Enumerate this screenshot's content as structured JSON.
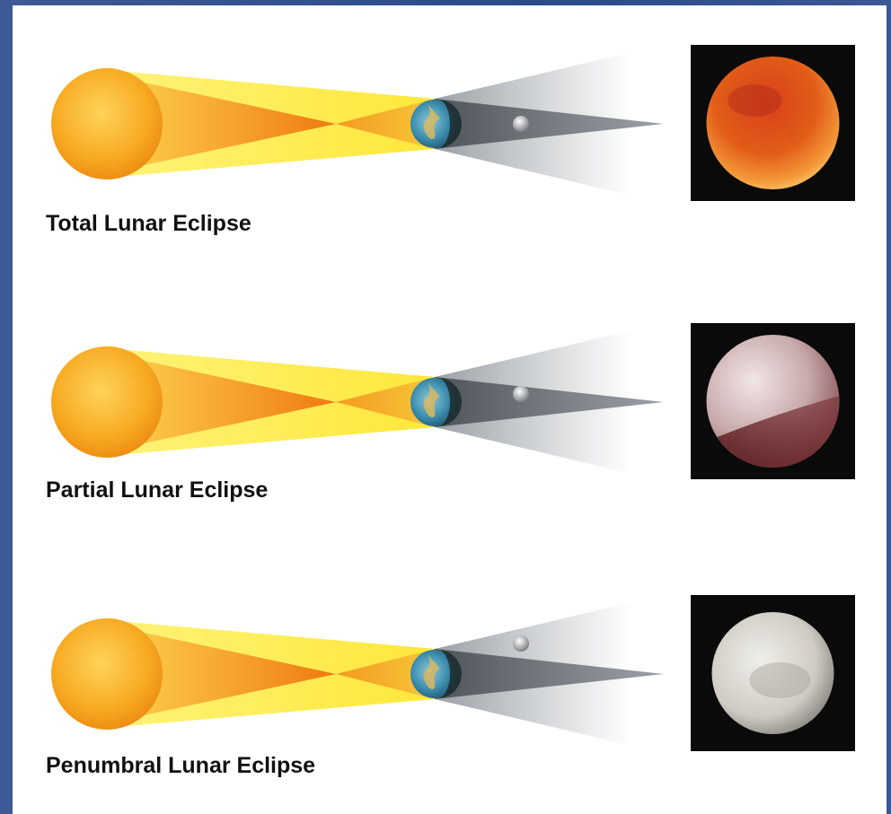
{
  "diagram": {
    "panels": [
      {
        "id": "total",
        "label": "Total Lunar Eclipse",
        "moon_phase": "total"
      },
      {
        "id": "partial",
        "label": "Partial Lunar Eclipse",
        "moon_phase": "partial"
      },
      {
        "id": "penumbral",
        "label": "Penumbral Lunar Eclipse",
        "moon_phase": "penumbral"
      }
    ],
    "colors": {
      "sun": "#f6a21e",
      "sunlight": "#fff04a",
      "shadow_cone": "#f08a1a",
      "penumbra": "#c9cdd1",
      "umbra": "#7c8288",
      "background_frame": "#2f4d8c"
    }
  }
}
